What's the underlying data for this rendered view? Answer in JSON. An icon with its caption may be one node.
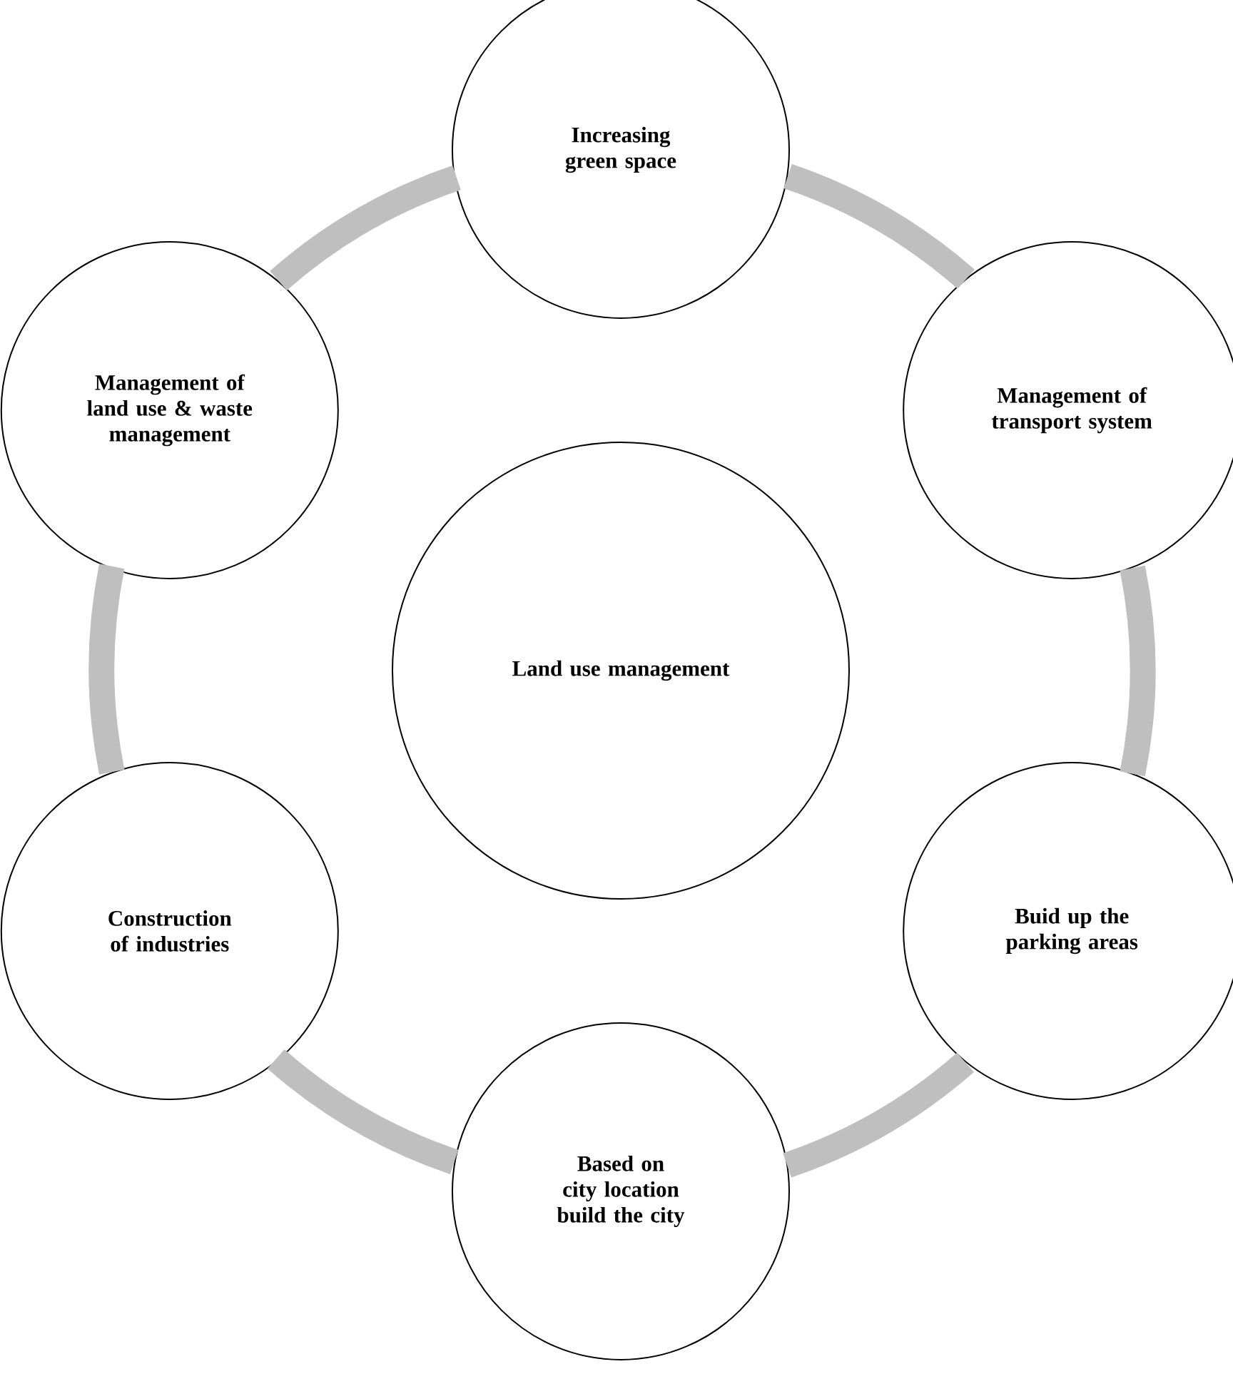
{
  "diagram": {
    "nodes": [
      {
        "text": [
          "Increasing green space"
        ]
      },
      {
        "text": [
          "Management of transport system"
        ]
      },
      {
        "text": [
          "Buid up the parking areas"
        ]
      },
      {
        "text": [
          "Based on city location build the city"
        ]
      },
      {
        "text": [
          "Construction of industries"
        ]
      },
      {
        "text": [
          "Management of land use & waste management"
        ]
      },
      {
        "text": [
          "Land use management"
        ]
      }
    ],
    "edges": [
      {
        "from": 0,
        "to": 1,
        "arrow": "none"
      },
      {
        "from": 1,
        "to": 2,
        "arrow": "none"
      },
      {
        "from": 2,
        "to": 3,
        "arrow": "none"
      },
      {
        "from": 3,
        "to": 4,
        "arrow": "none"
      },
      {
        "from": 4,
        "to": 5,
        "arrow": "none"
      },
      {
        "from": 5,
        "to": 0,
        "arrow": "none"
      }
    ]
  }
}
